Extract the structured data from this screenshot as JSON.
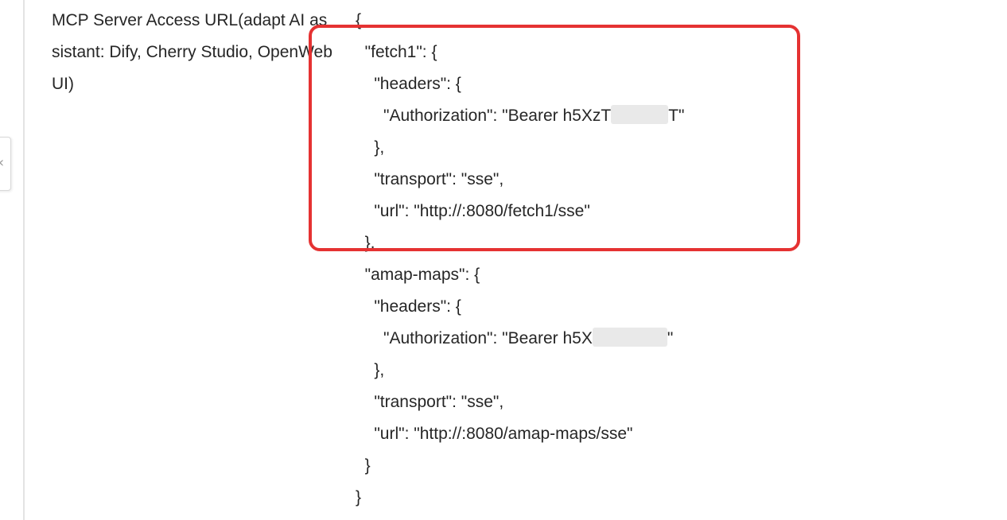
{
  "field": {
    "label": "MCP Server Access URL(adapt AI assistant: Dify, Cherry Studio, OpenWebUI)"
  },
  "config": {
    "open_root": "{",
    "fetch1_key": "\"fetch1\": {",
    "fetch1_headers_key": "\"headers\": {",
    "fetch1_auth_prefix": "\"Authorization\": \"Bearer h5XzT",
    "fetch1_auth_suffix": "T\"",
    "fetch1_headers_close": "},",
    "fetch1_transport": "\"transport\": \"sse\",",
    "fetch1_url": "\"url\": \"http://:8080/fetch1/sse\"",
    "fetch1_close": "},",
    "amap_key": "\"amap-maps\": {",
    "amap_headers_key": "\"headers\": {",
    "amap_auth_prefix": "\"Authorization\": \"Bearer h5X",
    "amap_auth_suffix": "\"",
    "amap_headers_close": "},",
    "amap_transport": "\"transport\": \"sse\",",
    "amap_url": "\"url\": \"http://:8080/amap-maps/sse\"",
    "amap_close": "}",
    "close_root": "}"
  },
  "icons": {
    "collapse": "chevron-left-icon"
  },
  "colors": {
    "highlight": "#e53232",
    "text": "#262626",
    "mask": "#e9e9e9"
  }
}
